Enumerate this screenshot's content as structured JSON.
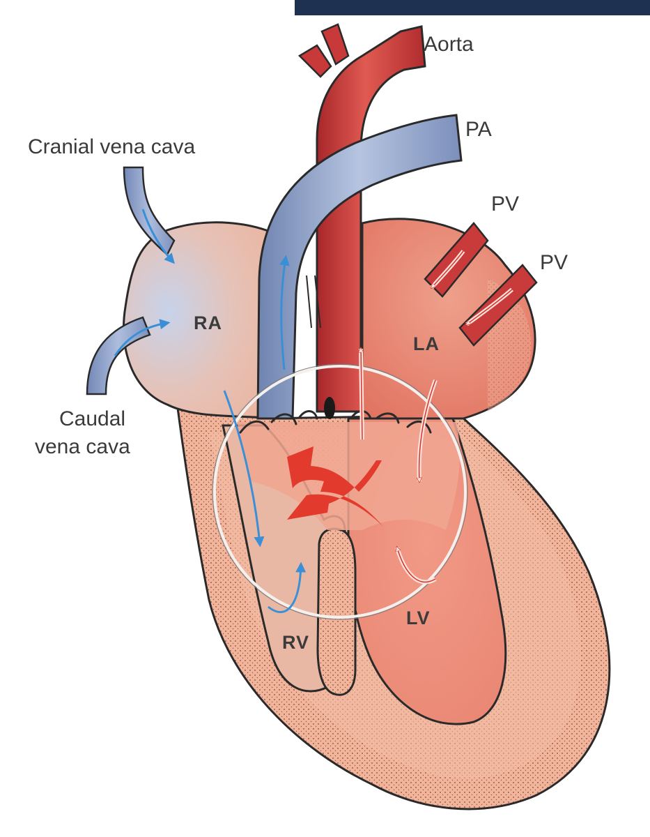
{
  "labels": {
    "aorta": "Aorta",
    "pa": "PA",
    "cranial_vena_cava": "Cranial vena cava",
    "pv_upper": "PV",
    "pv_lower": "PV",
    "caudal_line1": "Caudal",
    "caudal_line2": "vena cava"
  },
  "chambers": {
    "ra": "RA",
    "la": "LA",
    "rv": "RV",
    "lv": "LV"
  },
  "colors": {
    "banner": "#1f3150",
    "aorta": "#c9393a",
    "pulmonary_artery": "#8ea2c8",
    "venous_blue": "#3a8fd6",
    "arterial_red": "#d8332b",
    "myocardium": "#f3b9a0"
  }
}
